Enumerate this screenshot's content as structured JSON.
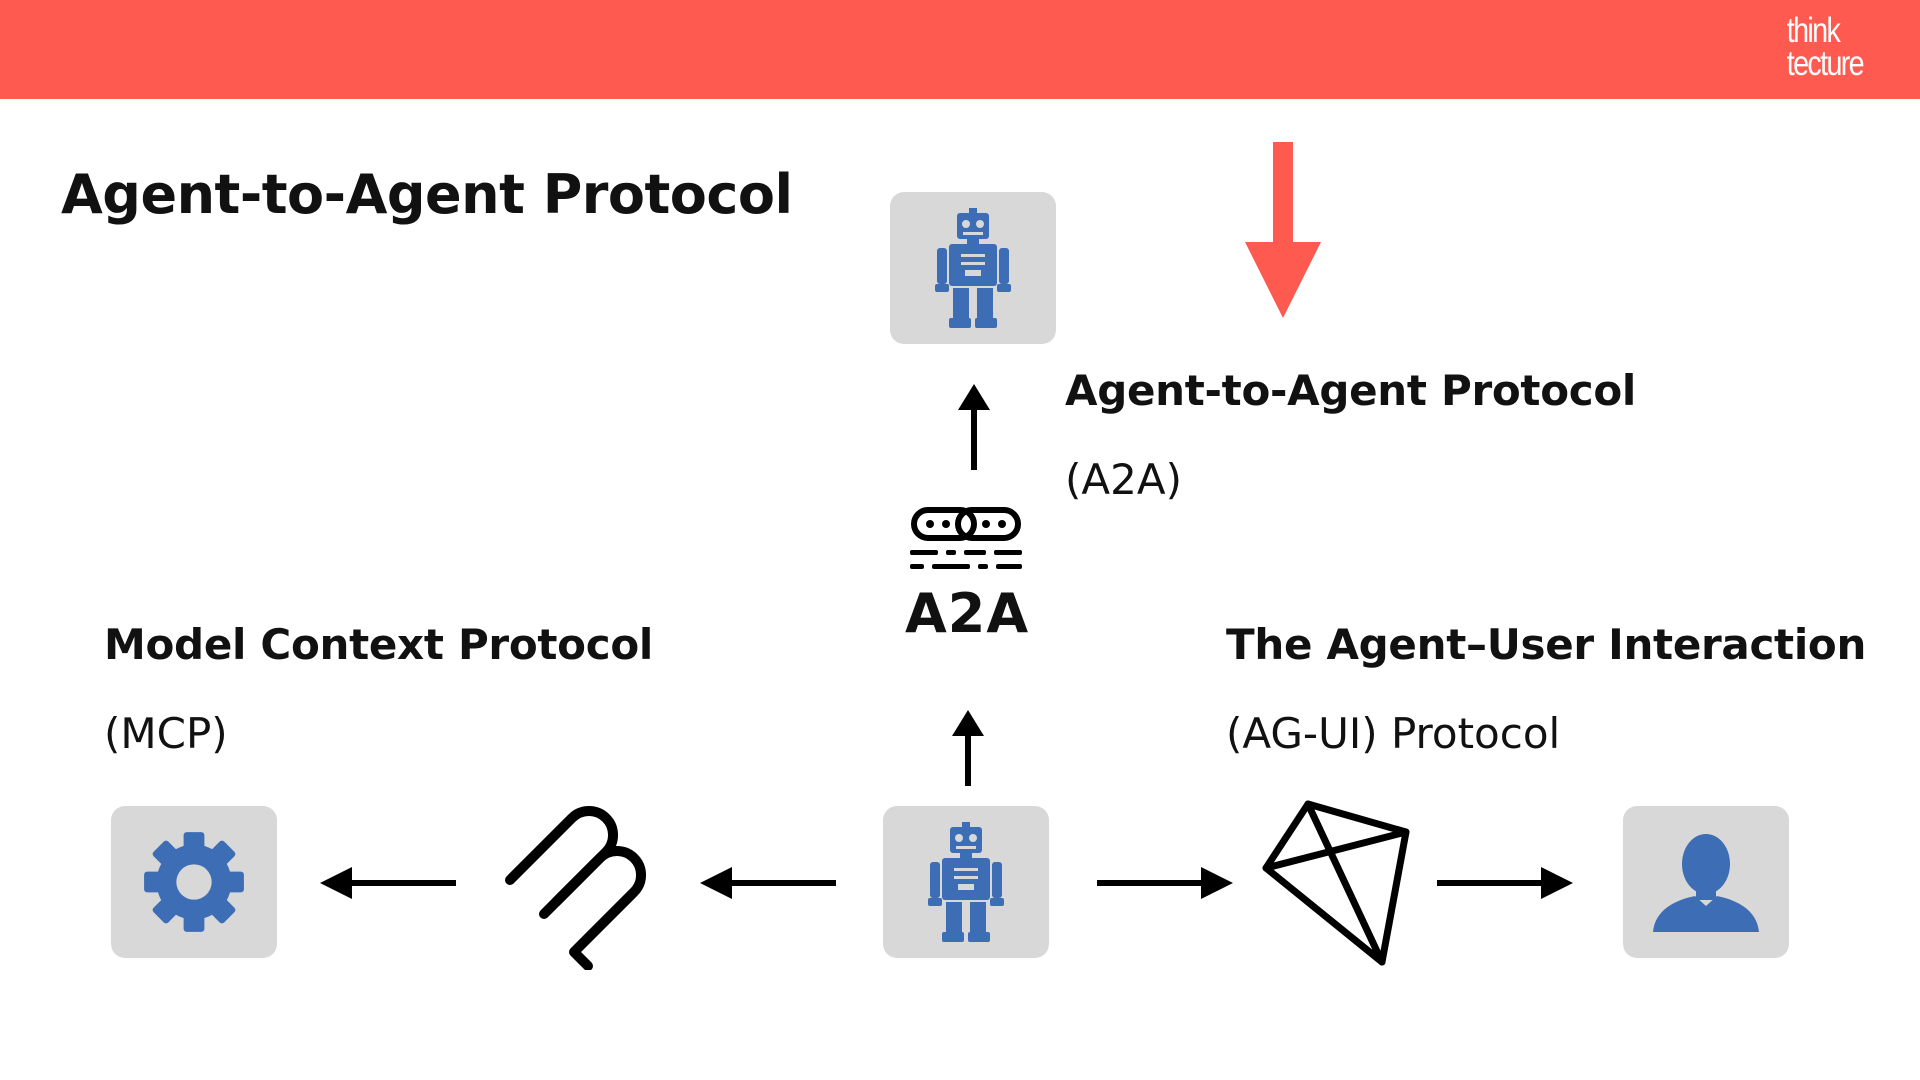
{
  "header": {
    "brand_color": "#ff5a4f",
    "logo_line1": "think",
    "logo_line2": "tecture"
  },
  "slide": {
    "title": "Agent-to-Agent Protocol"
  },
  "a2a": {
    "label": "Agent-to-Agent Protocol",
    "sub": "(A2A)",
    "logo_text": "A2A"
  },
  "mcp": {
    "label": "Model Context Protocol",
    "sub": "(MCP)"
  },
  "agui": {
    "label": "The Agent–User Interaction",
    "sub": "(AG-UI) Protocol"
  },
  "icons": {
    "agent_top": "robot-icon",
    "agent_center": "robot-icon",
    "tool": "gear-icon",
    "user": "user-silhouette-icon",
    "mcp_logo": "mcp-logo-icon",
    "a2a_logo": "a2a-logo-icon",
    "agui_logo": "kite-logo-icon",
    "highlight": "red-down-arrow-icon"
  },
  "colors": {
    "icon_blue": "#3d6db5",
    "tile_gray": "#d8d8d8",
    "accent_red": "#ff5a4f",
    "arrow_black": "#000000"
  }
}
